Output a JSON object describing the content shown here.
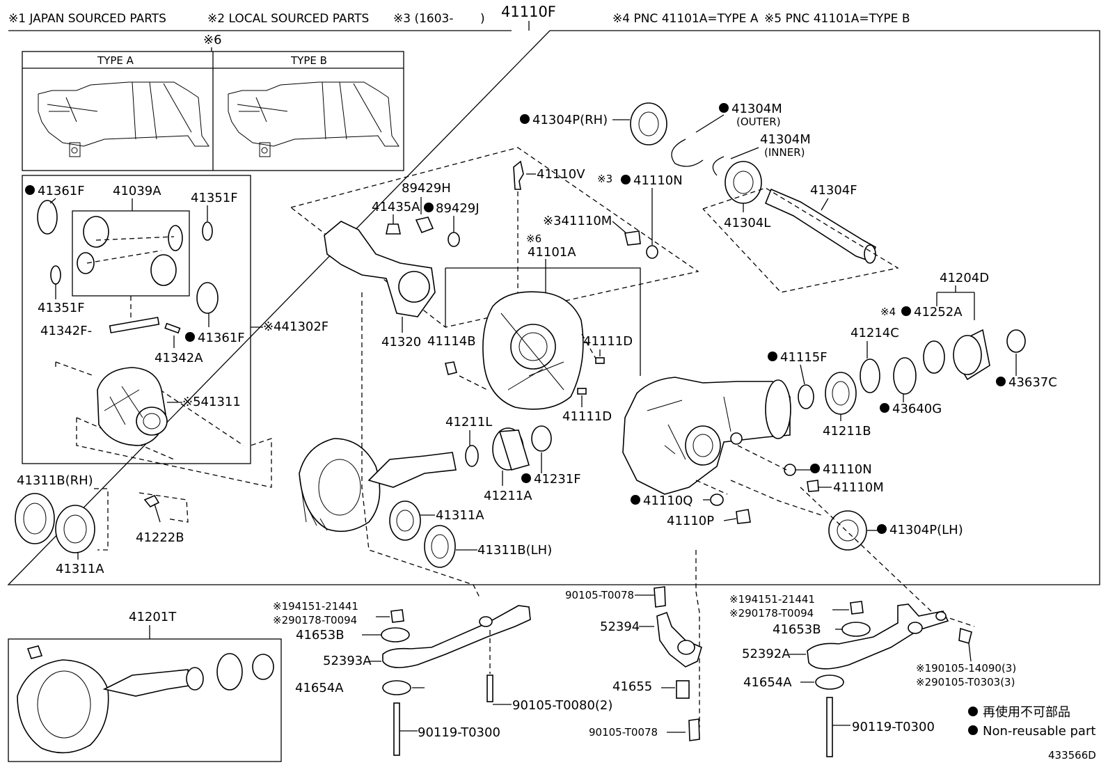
{
  "header": {
    "note1": "※1 JAPAN SOURCED PARTS",
    "note2": "※2 LOCAL SOURCED PARTS",
    "note3": "※3 (1603-",
    "note3_close": ")",
    "main_part": "41110F",
    "note4": "※4 PNC 41101A=TYPE A",
    "note5": "※5 PNC 41101A=TYPE B"
  },
  "inset": {
    "mark": "※6",
    "type_a": "TYPE A",
    "type_b": "TYPE B"
  },
  "labels": {
    "p41361F_top": "41361F",
    "p41039A": "41039A",
    "p41351F_top": "41351F",
    "p41351F_bot": "41351F",
    "p41342F": "41342F-",
    "p41361F_bot": "41361F",
    "p41342A": "41342A",
    "p41302F": "※441302F",
    "p41311": "※541311",
    "p41311B_RH": "41311B(RH)",
    "p41311A_left": "41311A",
    "p41222B": "41222B",
    "p41435A": "41435A",
    "p89429H": "89429H",
    "p89429J": "89429J",
    "p41320": "41320",
    "p41110V": "41110V",
    "p41110M_top": "※341110M",
    "p41101A_mark": "※6",
    "p41101A": "41101A",
    "p41114B": "41114B",
    "p41111D_top": "41111D",
    "p41111D_bot": "41111D",
    "p41110N_top_mark": "※3",
    "p41110N_top": "41110N",
    "p41304P_RH": "41304P(RH)",
    "p41304M_outer": "41304M",
    "outer": "(OUTER)",
    "p41304M_inner": "41304M",
    "inner": "(INNER)",
    "p41304F": "41304F",
    "p41304L": "41304L",
    "p41204D": "41204D",
    "p41252A_mark": "※4",
    "p41252A": "41252A",
    "p41214C": "41214C",
    "p41115F": "41115F",
    "p43637C": "43637C",
    "p43640G": "43640G",
    "p41211B": "41211B",
    "p41211L": "41211L",
    "p41231F": "41231F",
    "p41211A": "41211A",
    "p41311A_mid": "41311A",
    "p41311B_LH": "41311B(LH)",
    "p41110N_bot": "41110N",
    "p41110M_bot": "41110M",
    "p41110Q": "41110Q",
    "p41110P": "41110P",
    "p41304P_LH": "41304P(LH)",
    "p41201T": "41201T",
    "l_194151": "※194151-21441",
    "l_290178": "※290178-T0094",
    "l_41653B": "41653B",
    "l_52393A": "52393A",
    "l_41654A": "41654A",
    "l_90105_T0080": "90105-T0080(2)",
    "l_90119_T0300": "90119-T0300",
    "c_90105_T0078_top": "90105-T0078",
    "c_52394": "52394",
    "c_41655": "41655",
    "c_90105_T0078_bot": "90105-T0078",
    "r_194151": "※194151-21441",
    "r_290178": "※290178-T0094",
    "r_41653B": "41653B",
    "r_52392A": "52392A",
    "r_41654A": "41654A",
    "r_190105": "※190105-14090(3)",
    "r_290105": "※290105-T0303(3)",
    "r_90119_T0300": "90119-T0300"
  },
  "legend": {
    "jp": "再使用不可部品",
    "en": "Non-reusable part"
  },
  "footer_id": "433566D"
}
